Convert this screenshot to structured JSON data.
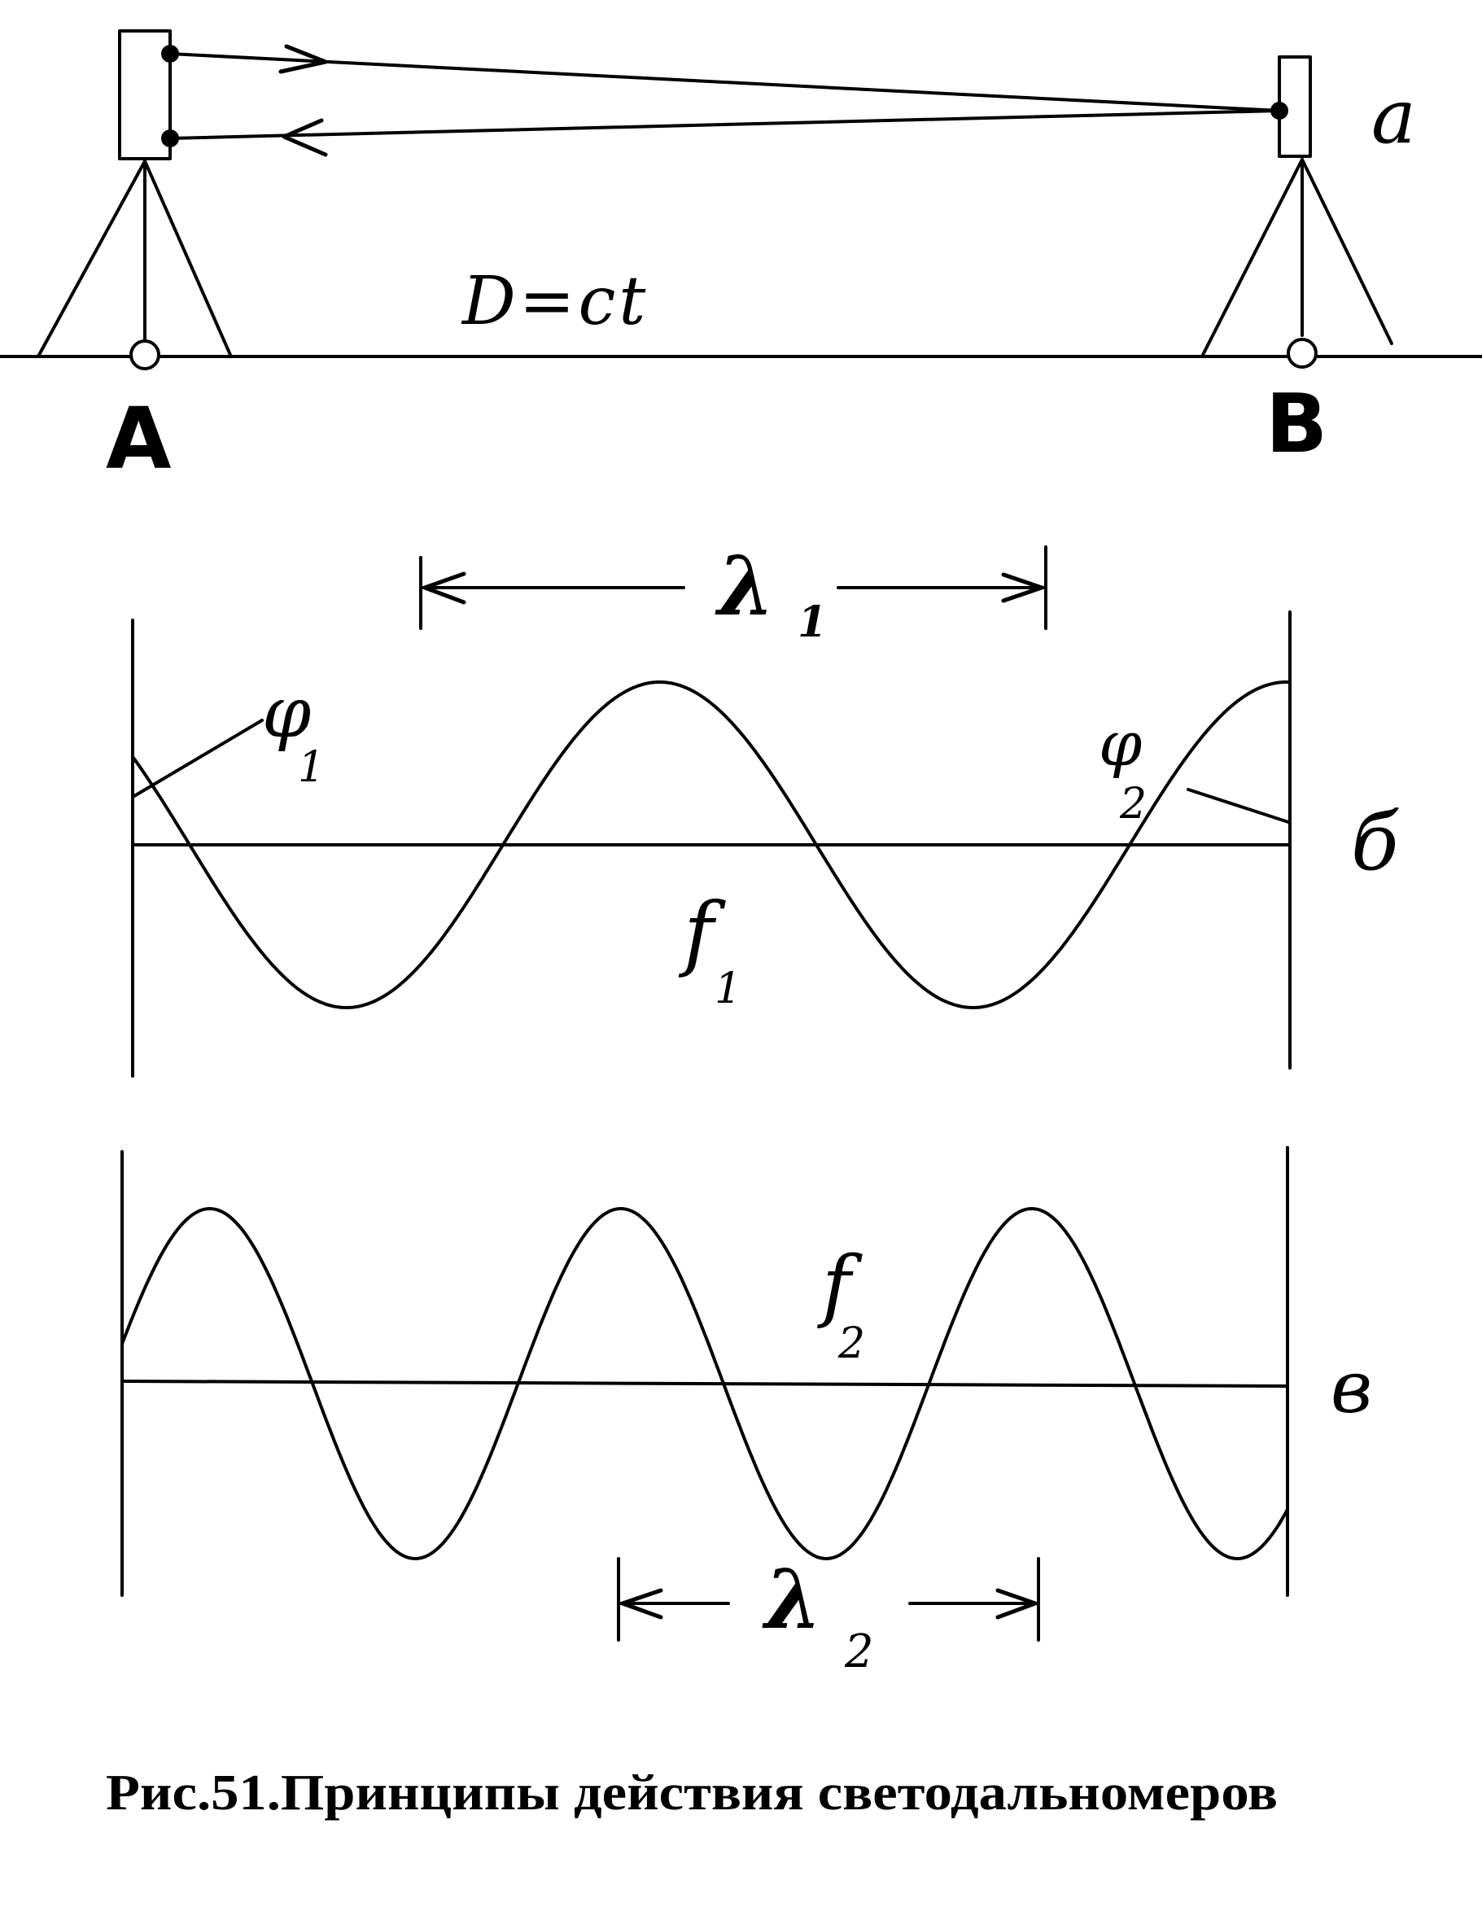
{
  "labels": {
    "reflector": "a",
    "point_a": "A",
    "point_b": "B",
    "distance_formula": "D=ct",
    "wavelength_1": "λ",
    "wavelength_1_sub": "1",
    "wavelength_2": "λ",
    "wavelength_2_sub": "2",
    "phase_1": "φ",
    "phase_1_sub": "1",
    "phase_2": "φ",
    "phase_2_sub": "2",
    "frequency_1": "f",
    "frequency_1_sub": "1",
    "frequency_2": "f",
    "frequency_2_sub": "2",
    "panel_b": "б",
    "panel_v": "в"
  },
  "caption": "Рис.51.Принципы действия светодальномеров",
  "colors": {
    "ink": "#000000",
    "paper": "#ffffff"
  }
}
